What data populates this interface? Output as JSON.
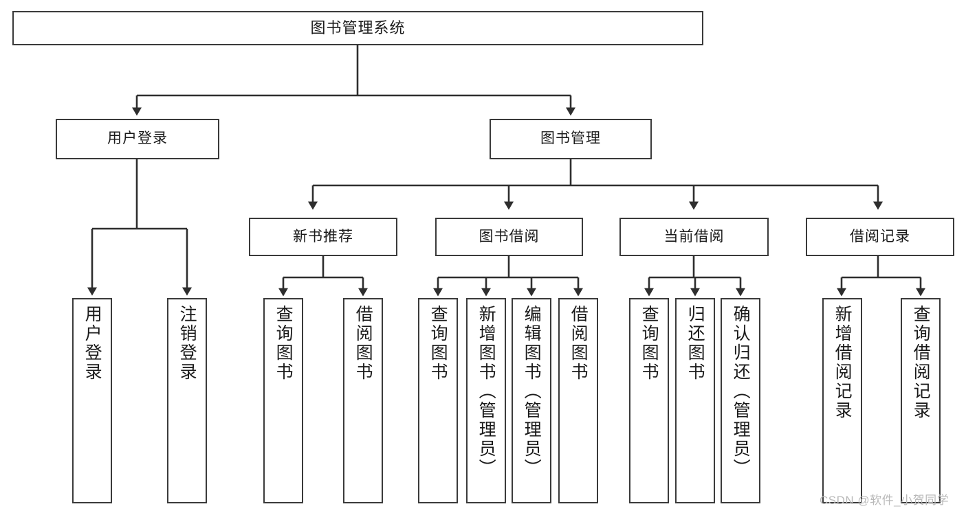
{
  "diagram": {
    "title": "图书管理系统",
    "type": "hierarchy-tree",
    "watermark": "CSDN @软件_小贺同学",
    "colors": {
      "stroke": "#3a3a3a",
      "fill": "#ffffff",
      "text": "#1a1a1a",
      "watermark": "#b9b9b9"
    },
    "levels": {
      "level1": [
        {
          "id": "root",
          "label": "图书管理系统"
        }
      ],
      "level2": [
        {
          "id": "user-login",
          "label": "用户登录"
        },
        {
          "id": "book-manage",
          "label": "图书管理"
        }
      ],
      "level3": [
        {
          "id": "new-book-rec",
          "label": "新书推荐"
        },
        {
          "id": "book-borrow",
          "label": "图书借阅"
        },
        {
          "id": "current-borrow",
          "label": "当前借阅"
        },
        {
          "id": "borrow-record",
          "label": "借阅记录"
        }
      ],
      "level4": [
        {
          "id": "leaf-user-login",
          "label": "用户登录",
          "parent": "user-login"
        },
        {
          "id": "leaf-logout",
          "label": "注销登录",
          "parent": "user-login"
        },
        {
          "id": "leaf-query-book-1",
          "label": "查询图书",
          "parent": "new-book-rec"
        },
        {
          "id": "leaf-borrow-book-1",
          "label": "借阅图书",
          "parent": "new-book-rec"
        },
        {
          "id": "leaf-query-book-2",
          "label": "查询图书",
          "parent": "book-borrow"
        },
        {
          "id": "leaf-add-book",
          "label": "新增图书（管理员）",
          "parent": "book-borrow"
        },
        {
          "id": "leaf-edit-book",
          "label": "编辑图书（管理员）",
          "parent": "book-borrow"
        },
        {
          "id": "leaf-borrow-book-2",
          "label": "借阅图书",
          "parent": "book-borrow"
        },
        {
          "id": "leaf-query-book-3",
          "label": "查询图书",
          "parent": "current-borrow"
        },
        {
          "id": "leaf-return-book",
          "label": "归还图书",
          "parent": "current-borrow"
        },
        {
          "id": "leaf-confirm-return",
          "label": "确认归还（管理员）",
          "parent": "current-borrow"
        },
        {
          "id": "leaf-add-record",
          "label": "新增借阅记录",
          "parent": "borrow-record"
        },
        {
          "id": "leaf-query-record",
          "label": "查询借阅记录",
          "parent": "borrow-record"
        }
      ]
    }
  }
}
